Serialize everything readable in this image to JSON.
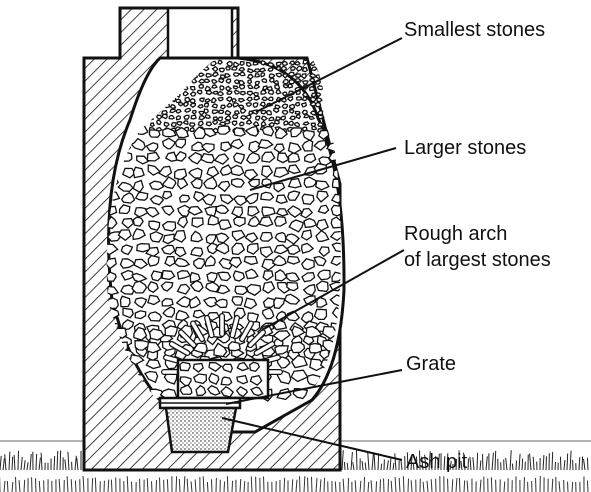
{
  "diagram": {
    "labels": {
      "smallest": "Smallest stones",
      "larger": "Larger stones",
      "arch_line1": "Rough arch",
      "arch_line2": "of largest stones",
      "grate": "Grate",
      "ash": "Ash pit"
    }
  }
}
